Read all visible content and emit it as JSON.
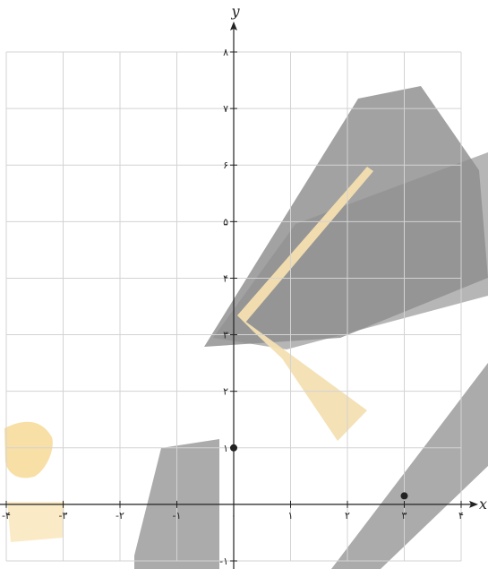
{
  "chart_data": {
    "type": "scatter",
    "xlabel": "x",
    "ylabel": "y",
    "xlim": [
      -4,
      4
    ],
    "ylim": [
      -1,
      8
    ],
    "grid": true,
    "x_ticks": [
      {
        "value": -4,
        "label": "-۴"
      },
      {
        "value": -3,
        "label": "-۳"
      },
      {
        "value": -2,
        "label": "-۲"
      },
      {
        "value": -1,
        "label": "-۱"
      },
      {
        "value": 0,
        "label": "۰"
      },
      {
        "value": 1,
        "label": "۱"
      },
      {
        "value": 2,
        "label": "۲"
      },
      {
        "value": 3,
        "label": "۳"
      },
      {
        "value": 4,
        "label": "۴"
      }
    ],
    "y_ticks": [
      {
        "value": -1,
        "label": "-۱"
      },
      {
        "value": 1,
        "label": "۱"
      },
      {
        "value": 2,
        "label": "۲"
      },
      {
        "value": 3,
        "label": "۳"
      },
      {
        "value": 4,
        "label": "۴"
      },
      {
        "value": 5,
        "label": "۵"
      },
      {
        "value": 6,
        "label": "۶"
      },
      {
        "value": 7,
        "label": "۷"
      },
      {
        "value": 8,
        "label": "۸"
      }
    ],
    "series": [
      {
        "points": [
          {
            "x": 0,
            "y": 1
          },
          {
            "x": 3,
            "y": 0.15
          }
        ]
      }
    ],
    "colors": {
      "axis": "#222222",
      "grid": "#d3d3d3",
      "point": "#222222"
    }
  }
}
